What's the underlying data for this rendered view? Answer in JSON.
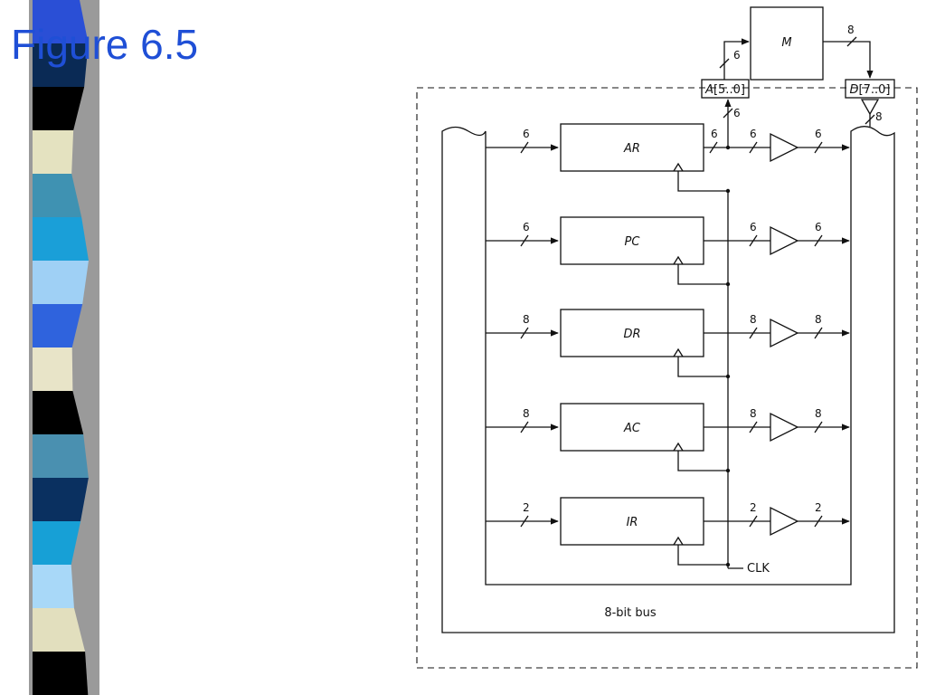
{
  "slide": {
    "title": "Figure 6.5",
    "stripe_colors": [
      "#2a4fd6",
      "#0a2a55",
      "#000000",
      "#e4e2c0",
      "#3f92b2",
      "#1a9fd8",
      "#9fd0f5",
      "#2f63dd",
      "#e8e4c8",
      "#000000",
      "#4a90b0",
      "#0a3060",
      "#17a0d6",
      "#a8d8f8",
      "#e2dfbe",
      "#000000"
    ]
  },
  "diagram": {
    "memory_label": "M",
    "address_label_prefix": "A",
    "address_label_suffix": "[5..0]",
    "data_label_prefix": "D",
    "data_label_suffix": "[7..0]",
    "bus_label": "8-bit bus",
    "clock_label": "CLK",
    "mem_addr_width": "6",
    "mem_data_width": "8",
    "ar_addr_width": "6",
    "data_bus_width": "8",
    "registers": [
      {
        "name": "AR",
        "in_width": "6",
        "out_width_a": "6",
        "out_width_b": "6",
        "out_width_c": "6"
      },
      {
        "name": "PC",
        "in_width": "6",
        "out_width_a": "6",
        "out_width_b": "6"
      },
      {
        "name": "DR",
        "in_width": "8",
        "out_width_a": "8",
        "out_width_b": "8"
      },
      {
        "name": "AC",
        "in_width": "8",
        "out_width_a": "8",
        "out_width_b": "8"
      },
      {
        "name": "IR",
        "in_width": "2",
        "out_width_a": "2",
        "out_width_b": "2"
      }
    ]
  }
}
